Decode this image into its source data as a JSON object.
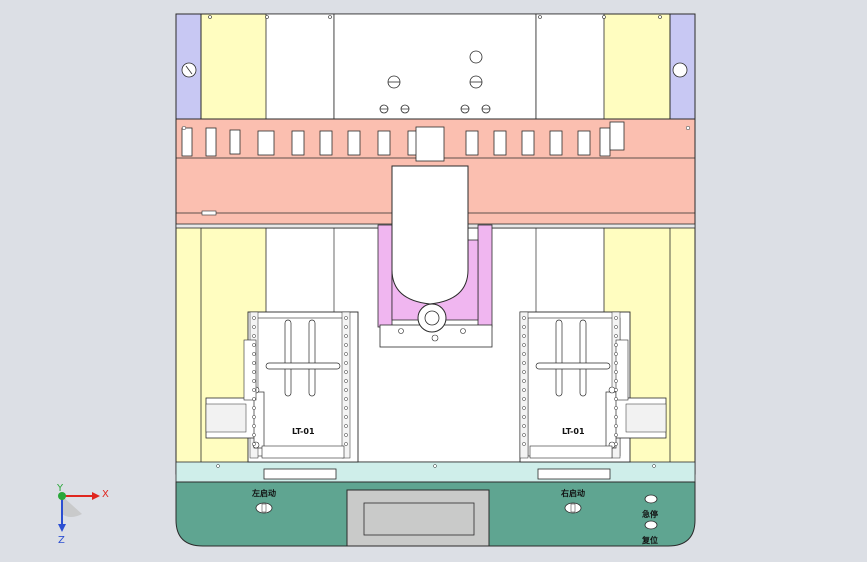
{
  "colors": {
    "background": "#dcdfe5",
    "frame_yellow": "#fffdc0",
    "side_purple": "#c8c8f3",
    "carriage_salmon": "#fbbfb0",
    "slider_pink": "#f0b6f0",
    "base_green": "#5fa591",
    "base_light": "#cfeeea",
    "plate_white": "#ffffff",
    "screen_grey": "#c9cac9",
    "outline": "#2b2b2b",
    "axis_x": "#e0261f",
    "axis_y": "#2aa73a",
    "axis_z": "#2c4fd2"
  },
  "labels": {
    "left_start": "左启动",
    "right_start": "右启动",
    "emergency_stop": "急停",
    "reset": "复位",
    "left_plate_tag": "LT-01",
    "right_plate_tag": "LT-01"
  },
  "triad": {
    "x_label": "X",
    "y_label": "Y",
    "z_label": "Z"
  }
}
